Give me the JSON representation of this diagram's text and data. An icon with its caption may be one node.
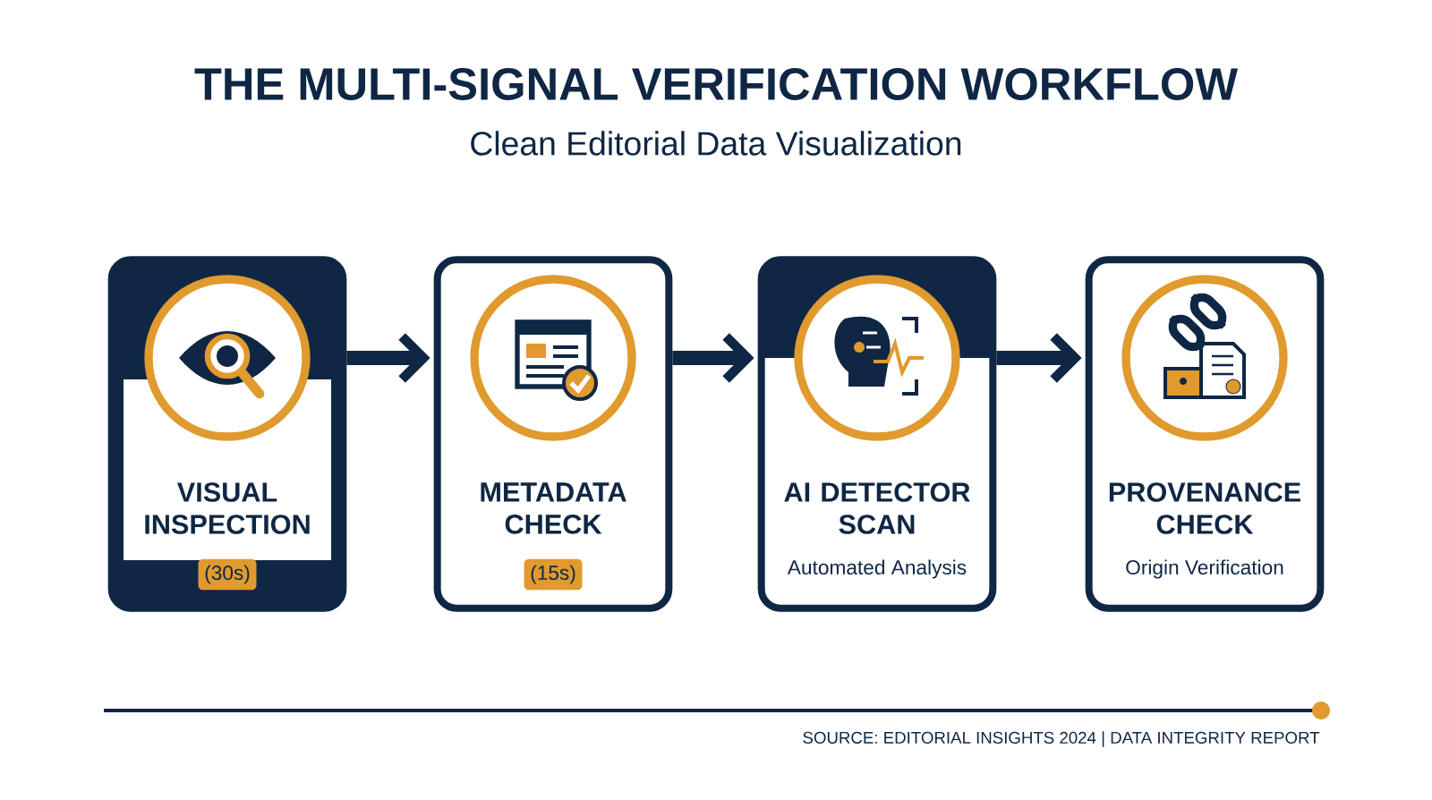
{
  "diagram": {
    "title": "THE MULTI-SIGNAL VERIFICATION WORKFLOW",
    "caption": "Clean Editorial Data Visualization",
    "nodes": [
      {
        "text": [
          "VISUAL INSPECTION",
          "(30s)"
        ]
      },
      {
        "text": [
          "METADATA CHECK",
          "(15s)"
        ]
      },
      {
        "text": [
          "AI DETECTOR SCAN",
          "Automated Analysis"
        ]
      },
      {
        "text": [
          "PROVENANCE CHECK",
          "Origin Verification"
        ]
      }
    ],
    "edges": [
      {
        "from": 0,
        "to": 1,
        "arrow": "to"
      },
      {
        "from": 1,
        "to": 2,
        "arrow": "to"
      },
      {
        "from": 2,
        "to": 3,
        "arrow": "to"
      }
    ],
    "labels": [
      "SOURCE: EDITORIAL INSIGHTS 2024 | DATA INTEGRITY REPORT"
    ]
  }
}
